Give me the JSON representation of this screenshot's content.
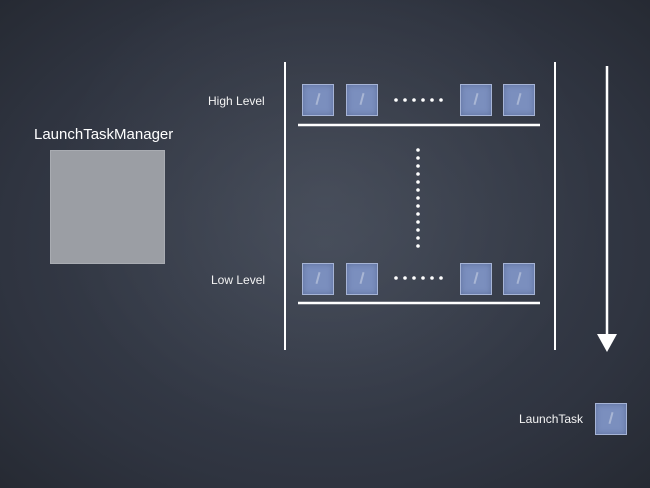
{
  "manager": {
    "title": "LaunchTaskManager"
  },
  "levels": {
    "high_label": "High Level",
    "low_label": "Low Level"
  },
  "legend": {
    "label": "LaunchTask"
  },
  "colors": {
    "background": "#2f3440",
    "task_fill": "#7b8fbe",
    "manager_fill": "#9b9ea4",
    "chalk": "#ffffff"
  }
}
